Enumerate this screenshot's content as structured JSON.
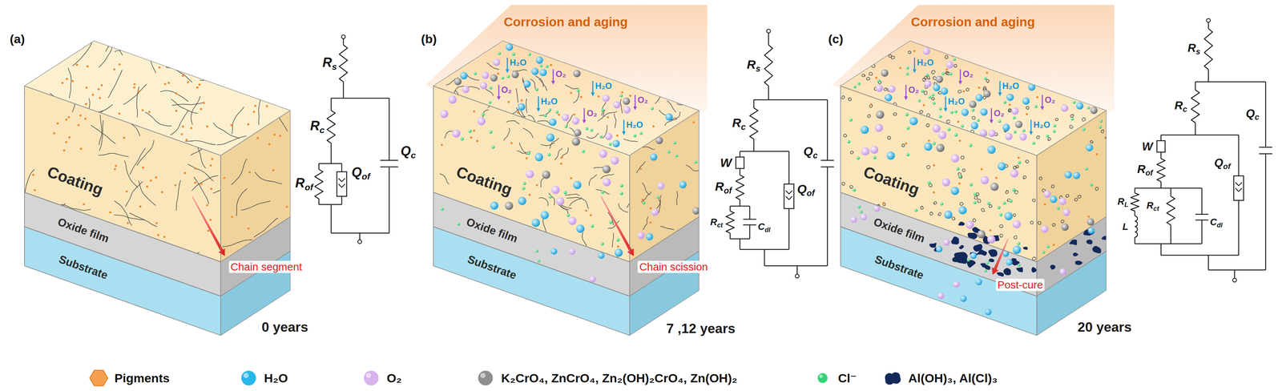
{
  "diagram": {
    "nodes": [
      {
        "text": [
          "Coating"
        ]
      },
      {
        "text": [
          "Oxide film"
        ]
      },
      {
        "text": [
          "Substrate"
        ]
      },
      {
        "text": [
          "Coating"
        ]
      },
      {
        "text": [
          "Oxide film"
        ]
      },
      {
        "text": [
          "Substrate"
        ]
      },
      {
        "text": [
          "Coating"
        ]
      },
      {
        "text": [
          "Oxide film"
        ]
      },
      {
        "text": [
          "Substrate"
        ]
      }
    ],
    "labels": [
      "(a)",
      "Chain segment",
      "0 years",
      "Rs",
      "Rc",
      "Rof",
      "Qof",
      "Qc",
      "(b)",
      "Corrosion and aging",
      "H₂O",
      "O₂",
      "H₂O",
      "O₂",
      "O₂",
      "H₂O",
      "O₂",
      "H₂O",
      "Chain scission",
      "7 ,12 years",
      "Rs",
      "Rc",
      "Qc",
      "W",
      "Rof",
      "Qof",
      "Rct",
      "Cdl",
      "(c)",
      "Corrosion and aging",
      "H₂O",
      "O₂",
      "H₂O",
      "O₂",
      "O₂",
      "H₂O",
      "O₂",
      "H₂O",
      "Post-cure",
      "20 years",
      "Rs",
      "Rc",
      "Qc",
      "W",
      "Rof",
      "Qof",
      "RL",
      "L",
      "Rct",
      "Cdl"
    ],
    "legend": [
      {
        "text": "Pigments",
        "color": "#f5a04e"
      },
      {
        "text": "H₂O",
        "color": "#29b6ea"
      },
      {
        "text": "O₂",
        "color": "#d6b3ec"
      },
      {
        "text": "K₂CrO₄, ZnCrO₄, Zn₂(OH)₂CrO₄, Zn(OH)₂",
        "color": "#8e8e8e"
      },
      {
        "text": "Cl⁻",
        "color": "#34d27b"
      },
      {
        "text": "Al(OH)₃, Al(Cl)₃",
        "color": "#13295a"
      }
    ]
  }
}
